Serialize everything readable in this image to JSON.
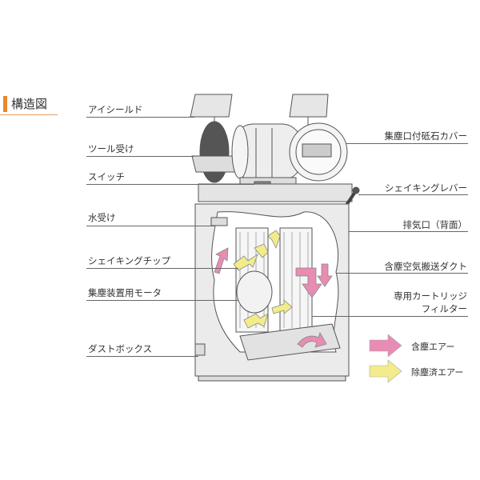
{
  "title": "構造図",
  "left_labels": [
    "アイシールド",
    "ツール受け",
    "スイッチ",
    "水受け",
    "シェイキングチップ",
    "集塵装置用モータ",
    "ダストボックス"
  ],
  "right_labels": [
    "集塵口付砥石カバー",
    "シェイキングレバー",
    "排気口（背面）",
    "含塵空気搬送ダクト",
    "専用カートリッジ",
    "フィルター"
  ],
  "legend": [
    {
      "label": "含塵エアー",
      "color": "#e88cb4"
    },
    {
      "label": "除塵済エアー",
      "color": "#f2ec8a"
    }
  ],
  "accent_color": "#e8892b"
}
